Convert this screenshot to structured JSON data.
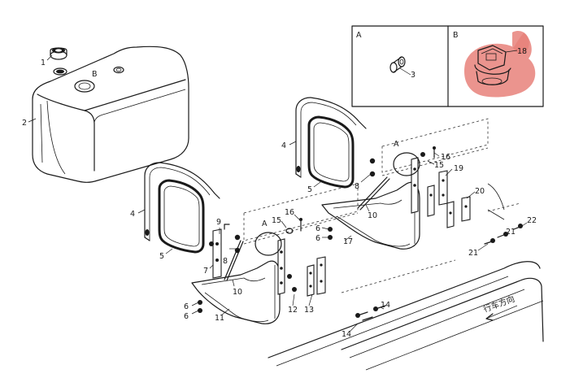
{
  "callouts": {
    "c1": "1",
    "c2": "2",
    "c3": "3",
    "c4a": "4",
    "c4b": "4",
    "c5a": "5",
    "c5b": "5",
    "c6a": "6",
    "c6b": "6",
    "c6c": "6",
    "c6d": "6",
    "c7": "7",
    "c8a": "8",
    "c8b": "8",
    "c9": "9",
    "c10a": "10",
    "c10b": "10",
    "c11": "11",
    "c12": "12",
    "c13": "13",
    "c14a": "14",
    "c14b": "14",
    "c15a": "15",
    "c15b": "15",
    "c16a": "16",
    "c16b": "16",
    "c17": "17",
    "c18": "18",
    "c19": "19",
    "c20": "20",
    "c21a": "21",
    "c21b": "21",
    "c22": "22"
  },
  "detail_labels": {
    "tank": "B",
    "view_a": "A",
    "view_b": "B",
    "bracket_a1": "A",
    "bracket_a2": "A"
  },
  "direction_text": "行车方向",
  "colors": {
    "highlight": "#e8817a",
    "ink": "#1a1a1a"
  }
}
